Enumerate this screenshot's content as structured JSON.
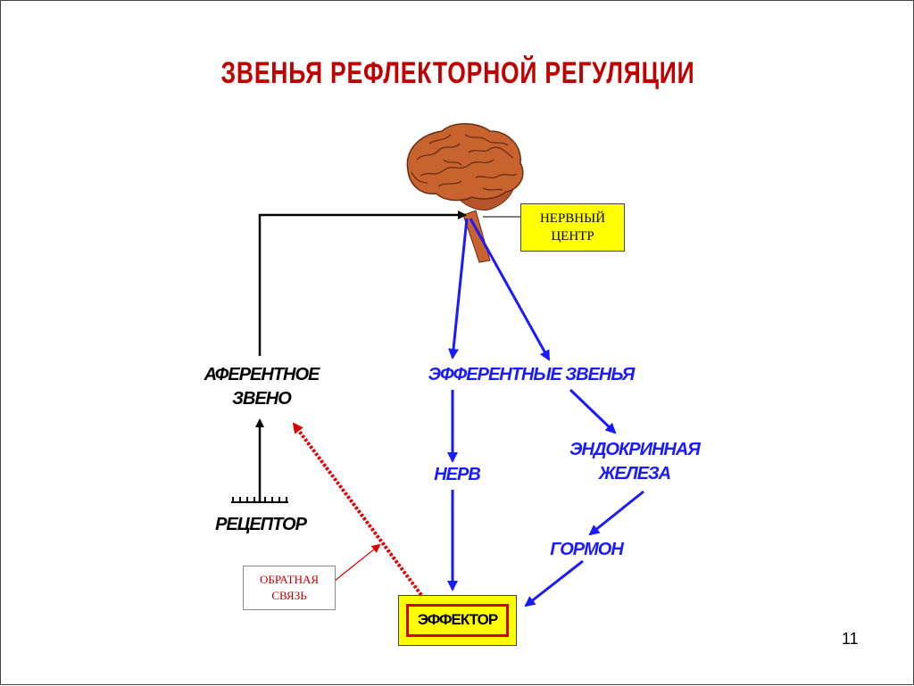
{
  "title": "ЗВЕНЬЯ РЕФЛЕКТОРНОЙ РЕГУЛЯЦИИ",
  "nodes": {
    "nerve_center_line1": "НЕРВНЫЙ",
    "nerve_center_line2": "ЦЕНТР",
    "afferent_line1": "АФЕРЕНТНОЕ",
    "afferent_line2": "ЗВЕНО",
    "efferent": "ЭФФЕРЕНТНЫЕ ЗВЕНЬЯ",
    "nerve": "НЕРВ",
    "endocrine_line1": "ЭНДОКРИННАЯ",
    "endocrine_line2": "ЖЕЛЕЗА",
    "hormone": "ГОРМОН",
    "receptor": "РЕЦЕПТОР",
    "effector": "ЭФФЕКТОР",
    "feedback_line1": "ОБРАТНАЯ",
    "feedback_line2": "СВЯЗЬ"
  },
  "page_number": "11",
  "colors": {
    "title": "#c00000",
    "efferent_arrows": "#1a1aff",
    "feedback_arrow": "#dd0000",
    "box_fill": "#ffff00",
    "brain": "#c8622f"
  },
  "icons": {
    "brain": "brain-illustration",
    "receptor": "comb-receptor-symbol"
  }
}
